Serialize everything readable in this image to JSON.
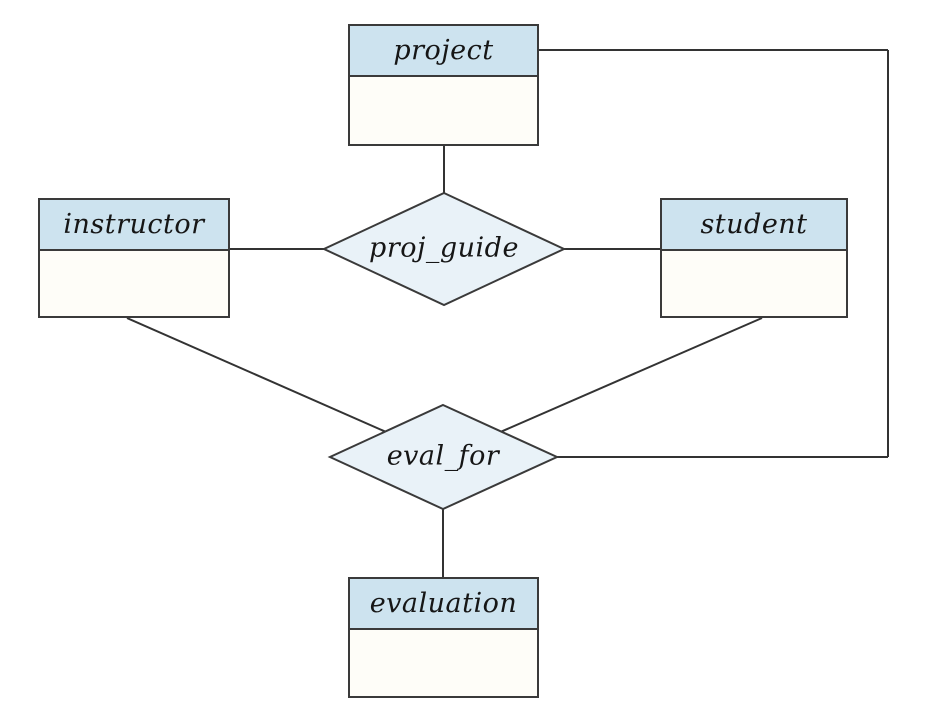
{
  "diagram_type": "entity-relationship",
  "entities": {
    "project": {
      "label": "project"
    },
    "instructor": {
      "label": "instructor"
    },
    "student": {
      "label": "student"
    },
    "evaluation": {
      "label": "evaluation"
    }
  },
  "relationships": {
    "proj_guide": {
      "label": "proj_guide"
    },
    "eval_for": {
      "label": "eval_for"
    }
  },
  "connections": [
    {
      "from": "project",
      "to": "proj_guide"
    },
    {
      "from": "instructor",
      "to": "proj_guide"
    },
    {
      "from": "student",
      "to": "proj_guide"
    },
    {
      "from": "project",
      "to": "eval_for"
    },
    {
      "from": "instructor",
      "to": "eval_for"
    },
    {
      "from": "student",
      "to": "eval_for"
    },
    {
      "from": "evaluation",
      "to": "eval_for"
    }
  ],
  "colors": {
    "entity_header_fill": "#cde3ef",
    "entity_body_fill": "#fefdf8",
    "relationship_fill": "#e9f2f8",
    "border": "#3a3a3a",
    "line": "#333333",
    "text": "#161616",
    "background": "#ffffff"
  }
}
